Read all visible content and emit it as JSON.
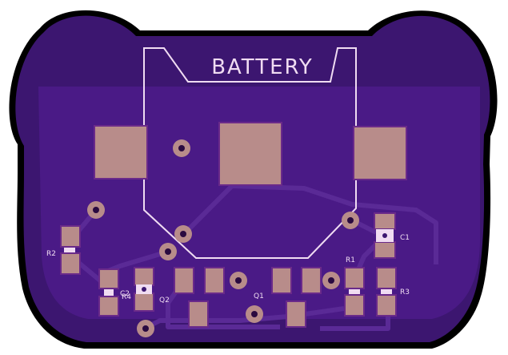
{
  "board": {
    "battery_label": "BATTERY",
    "designators": {
      "c1": "C1",
      "c2": "C2",
      "r1": "R1",
      "r2": "R2",
      "r3": "R3",
      "r4": "R4",
      "q1": "Q1",
      "q2": "Q2"
    }
  },
  "colors": {
    "outline": "#000000",
    "soldermask": "#3c1670",
    "copper_pour": "#4a1a86",
    "trace": "#5a2a96",
    "silkscreen": "#f0dcf2",
    "pad": "#b88c8a"
  }
}
